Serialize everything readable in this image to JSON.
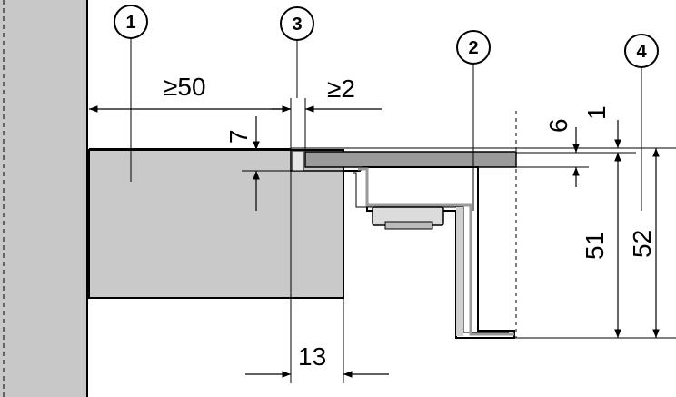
{
  "callouts": [
    "1",
    "3",
    "2",
    "4"
  ],
  "dimensions": {
    "gap_left": "≥50",
    "gap_right": "≥2",
    "depth_7": "7",
    "depth_6": "6",
    "depth_1": "1",
    "height_51": "51",
    "height_52": "52",
    "width_13": "13"
  },
  "colors": {
    "wall": "#c8c8c8",
    "panel": "#c9c9c9",
    "line": "#000000"
  }
}
